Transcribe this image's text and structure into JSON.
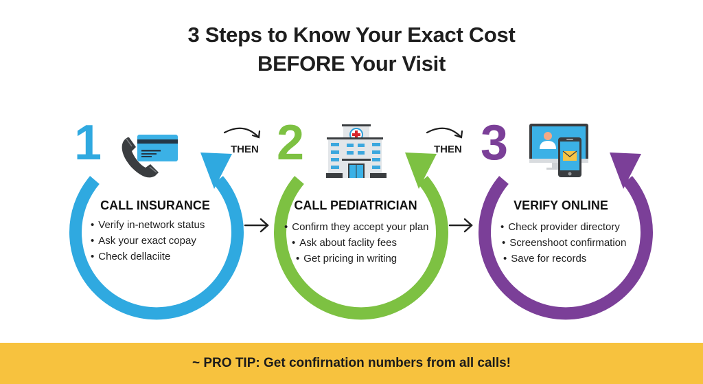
{
  "title": {
    "line1": "3 Steps to Know Your Exact Cost",
    "line2": "BEFORE Your Visit"
  },
  "connectors": {
    "then_label": "THEN"
  },
  "colors": {
    "step1": "#2fa9e0",
    "step2": "#7dc142",
    "step3": "#7b3f98",
    "tip_bar": "#f7c23e",
    "text": "#1e1e1e"
  },
  "steps": [
    {
      "number": "1",
      "icon": "phone-and-card-icon",
      "title": "CALL INSURANCE",
      "bullets": [
        "Verify in-network status",
        "Ask your exact copay",
        "Check dellaciite"
      ]
    },
    {
      "number": "2",
      "icon": "hospital-building-icon",
      "title": "CALL PEDIATRICIAN",
      "bullets": [
        "Confirm they accept your plan",
        "Ask about faclity fees",
        "Get pricing in writing"
      ]
    },
    {
      "number": "3",
      "icon": "monitor-and-phone-email-icon",
      "title": "VERIFY ONLINE",
      "bullets": [
        "Check provider directory",
        "Screenshoot confirmation",
        "Save for records"
      ]
    }
  ],
  "tip": {
    "text": "~ PRO TIP: Get confirnation numbers from all calls!"
  }
}
